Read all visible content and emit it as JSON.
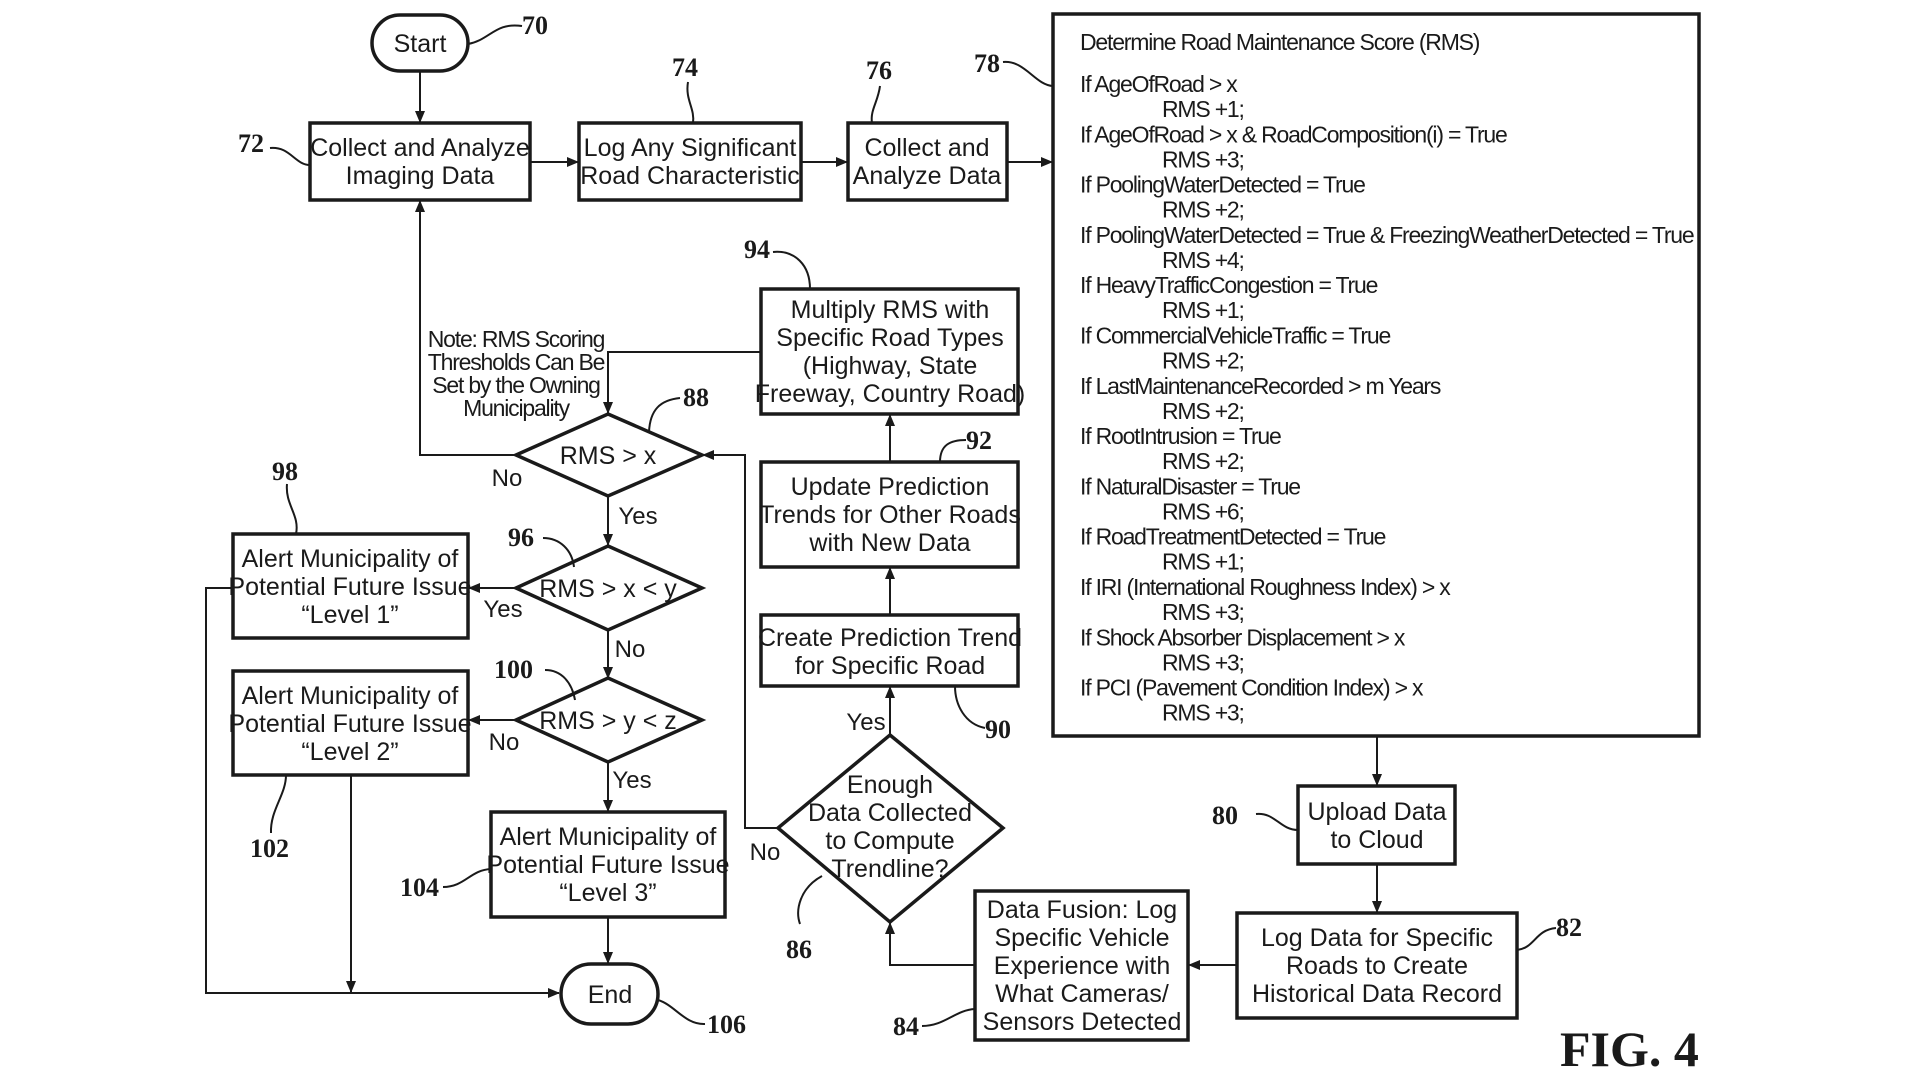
{
  "figure_label": "FIG. 4",
  "nodes": {
    "start": {
      "ref": "70",
      "lines": [
        "Start"
      ]
    },
    "collect_imaging": {
      "ref": "72",
      "lines": [
        "Collect and Analyze",
        "Imaging Data"
      ]
    },
    "log_characteristic": {
      "ref": "74",
      "lines": [
        "Log Any Significant",
        "Road Characteristic"
      ]
    },
    "collect_data": {
      "ref": "76",
      "lines": [
        "Collect and",
        "Analyze Data"
      ]
    },
    "determine_rms": {
      "ref": "78",
      "title": "Determine Road Maintenance Score (RMS)",
      "rules": [
        {
          "condition": "If AgeOfRoad > x",
          "result": "RMS +1;"
        },
        {
          "condition": "If AgeOfRoad > x & RoadComposition(i) = True",
          "result": "RMS +3;"
        },
        {
          "condition": "If PoolingWaterDetected = True",
          "result": "RMS +2;"
        },
        {
          "condition": "If PoolingWaterDetected = True & FreezingWeatherDetected = True",
          "result": "RMS +4;"
        },
        {
          "condition": "If HeavyTrafficCongestion = True",
          "result": "RMS +1;"
        },
        {
          "condition": "If CommercialVehicleTraffic = True",
          "result": "RMS +2;"
        },
        {
          "condition": "If LastMaintenanceRecorded > m Years",
          "result": "RMS +2;"
        },
        {
          "condition": "If RootIntrusion = True",
          "result": "RMS +2;"
        },
        {
          "condition": "If NaturalDisaster = True",
          "result": "RMS +6;"
        },
        {
          "condition": "If RoadTreatmentDetected = True",
          "result": "RMS +1;"
        },
        {
          "condition": "If IRI (International Roughness Index) > x",
          "result": "RMS +3;"
        },
        {
          "condition": "If Shock Absorber Displacement > x",
          "result": "RMS +3;"
        },
        {
          "condition": "If PCI (Pavement Condition Index) > x",
          "result": "RMS +3;"
        }
      ]
    },
    "upload_cloud": {
      "ref": "80",
      "lines": [
        "Upload Data",
        "to Cloud"
      ]
    },
    "log_historical": {
      "ref": "82",
      "lines": [
        "Log Data for Specific",
        "Roads to Create",
        "Historical Data Record"
      ]
    },
    "data_fusion": {
      "ref": "84",
      "lines": [
        "Data Fusion: Log",
        "Specific Vehicle",
        "Experience with",
        "What Cameras/",
        "Sensors Detected"
      ]
    },
    "enough_data": {
      "ref": "86",
      "lines": [
        "Enough",
        "Data Collected",
        "to Compute",
        "Trendline?"
      ]
    },
    "rms_gt_x": {
      "ref": "88",
      "lines": [
        "RMS > x"
      ]
    },
    "create_trend": {
      "ref": "90",
      "lines": [
        "Create Prediction Trend",
        "for Specific Road"
      ]
    },
    "update_trends": {
      "ref": "92",
      "lines": [
        "Update Prediction",
        "Trends for Other Roads",
        "with New Data"
      ]
    },
    "multiply_rms": {
      "ref": "94",
      "lines": [
        "Multiply RMS with",
        "Specific Road Types",
        "(Highway, State",
        "Freeway, Country Road)"
      ]
    },
    "rms_x_y": {
      "ref": "96",
      "lines": [
        "RMS > x < y"
      ]
    },
    "alert_level1": {
      "ref": "98",
      "lines": [
        "Alert Municipality of",
        "Potential Future Issue",
        "“Level 1”"
      ]
    },
    "rms_y_z": {
      "ref": "100",
      "lines": [
        "RMS > y < z"
      ]
    },
    "alert_level2": {
      "ref": "102",
      "lines": [
        "Alert Municipality of",
        "Potential Future Issue",
        "“Level 2”"
      ]
    },
    "alert_level3": {
      "ref": "104",
      "lines": [
        "Alert Municipality of",
        "Potential Future Issue",
        "“Level 3”"
      ]
    },
    "end": {
      "ref": "106",
      "lines": [
        "End"
      ]
    }
  },
  "note": {
    "lines": [
      "Note: RMS Scoring",
      "Thresholds Can Be",
      "Set by the Owning",
      "Municipality"
    ]
  },
  "edge_labels": {
    "rms_gt_x_no": "No",
    "rms_gt_x_yes": "Yes",
    "rms_x_y_yes": "Yes",
    "rms_x_y_no": "No",
    "rms_y_z_no": "No",
    "rms_y_z_yes": "Yes",
    "enough_no": "No",
    "enough_yes": "Yes"
  }
}
